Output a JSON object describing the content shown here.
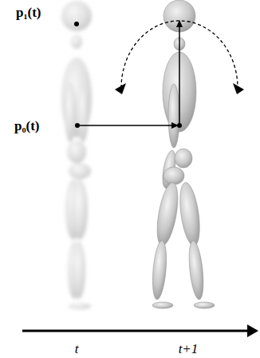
{
  "diagram": {
    "labels": [
      "p₁(t)",
      "p₀(t)",
      "t",
      "t+1"
    ]
  }
}
